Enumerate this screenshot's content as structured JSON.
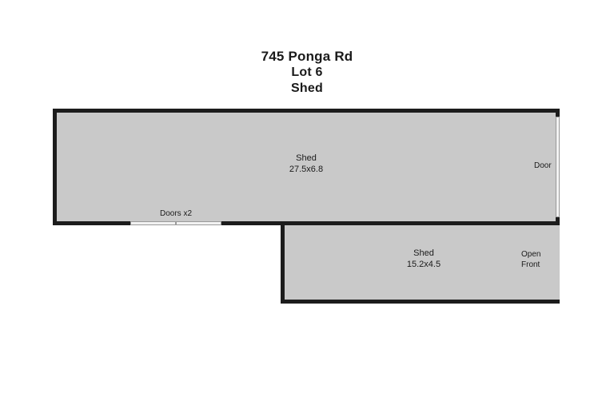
{
  "title": {
    "line1": "745 Ponga Rd",
    "line2": "Lot 6",
    "line3": "Shed"
  },
  "colors": {
    "background": "#ffffff",
    "room_fill": "#c9c9c9",
    "wall": "#1c1c1c",
    "text": "#1a1a1a",
    "opening": "#f2f2f2"
  },
  "rooms": [
    {
      "id": "main-shed",
      "name": "Shed",
      "dimensions": "27.5x6.8"
    },
    {
      "id": "lower-shed",
      "name": "Shed",
      "dimensions": "15.2x4.5"
    }
  ],
  "annotations": {
    "doors_x2": "Doors x2",
    "door": "Door",
    "open_front_line1": "Open",
    "open_front_line2": "Front"
  }
}
